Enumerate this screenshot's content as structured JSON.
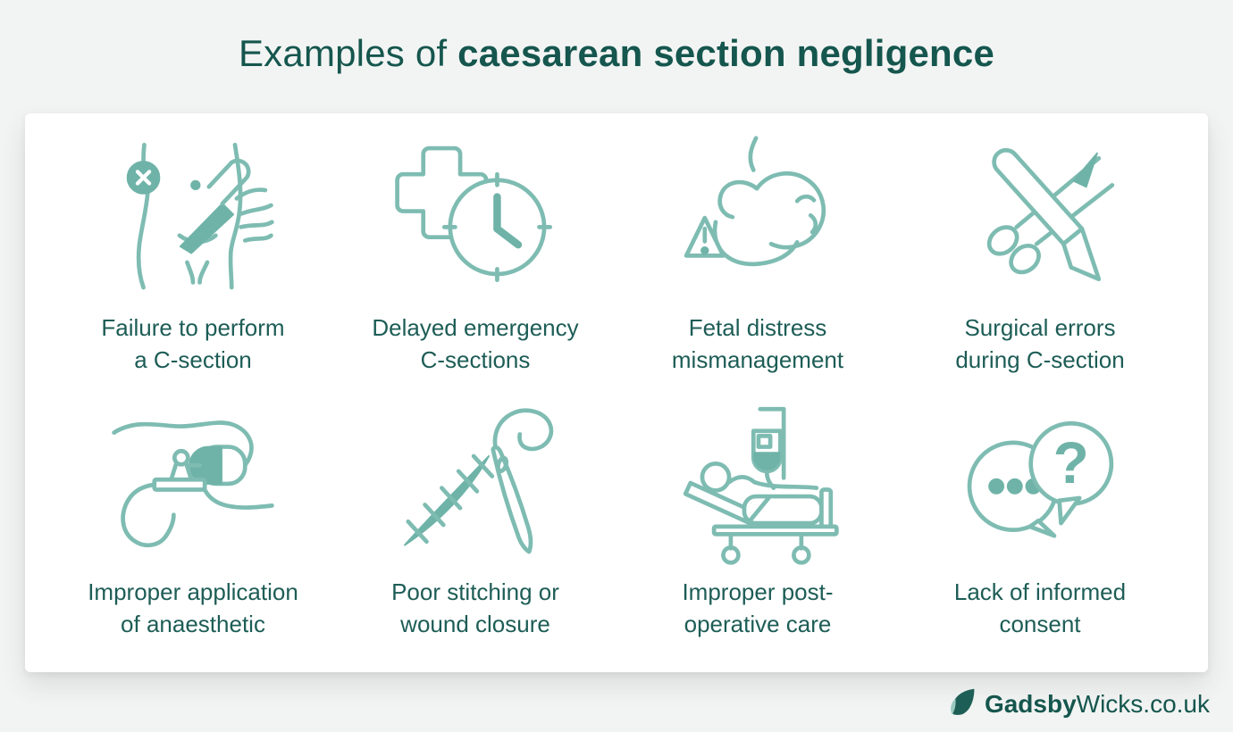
{
  "header": {
    "title_prefix": "Examples of ",
    "title_bold": "caesarean section negligence"
  },
  "grid": {
    "items": [
      {
        "icon": "no-csection-icon",
        "label": "Failure to perform\na C-section"
      },
      {
        "icon": "delayed-clock-icon",
        "label": "Delayed emergency\nC-sections"
      },
      {
        "icon": "fetal-distress-icon",
        "label": "Fetal distress\nmismanagement"
      },
      {
        "icon": "surgical-tools-icon",
        "label": "Surgical errors\nduring C-section"
      },
      {
        "icon": "anaesthetic-mask-icon",
        "label": "Improper application\nof anaesthetic"
      },
      {
        "icon": "stitching-needle-icon",
        "label": "Poor stitching or\nwound closure"
      },
      {
        "icon": "hospital-bed-icon",
        "label": "Improper post-\noperative care"
      },
      {
        "icon": "speech-bubbles-icon",
        "label": "Lack of informed\nconsent"
      }
    ]
  },
  "icons": {
    "question_glyph": "?"
  },
  "footer": {
    "brand_bold": "Gadsby",
    "brand_rest": "Wicks.co.uk"
  },
  "colors": {
    "accent_stroke": "#7ebcb2",
    "accent_fill": "#6fb3a8",
    "text": "#1d5d56",
    "title": "#15564e",
    "page_bg": "#f2f4f3",
    "card_bg": "#ffffff"
  }
}
